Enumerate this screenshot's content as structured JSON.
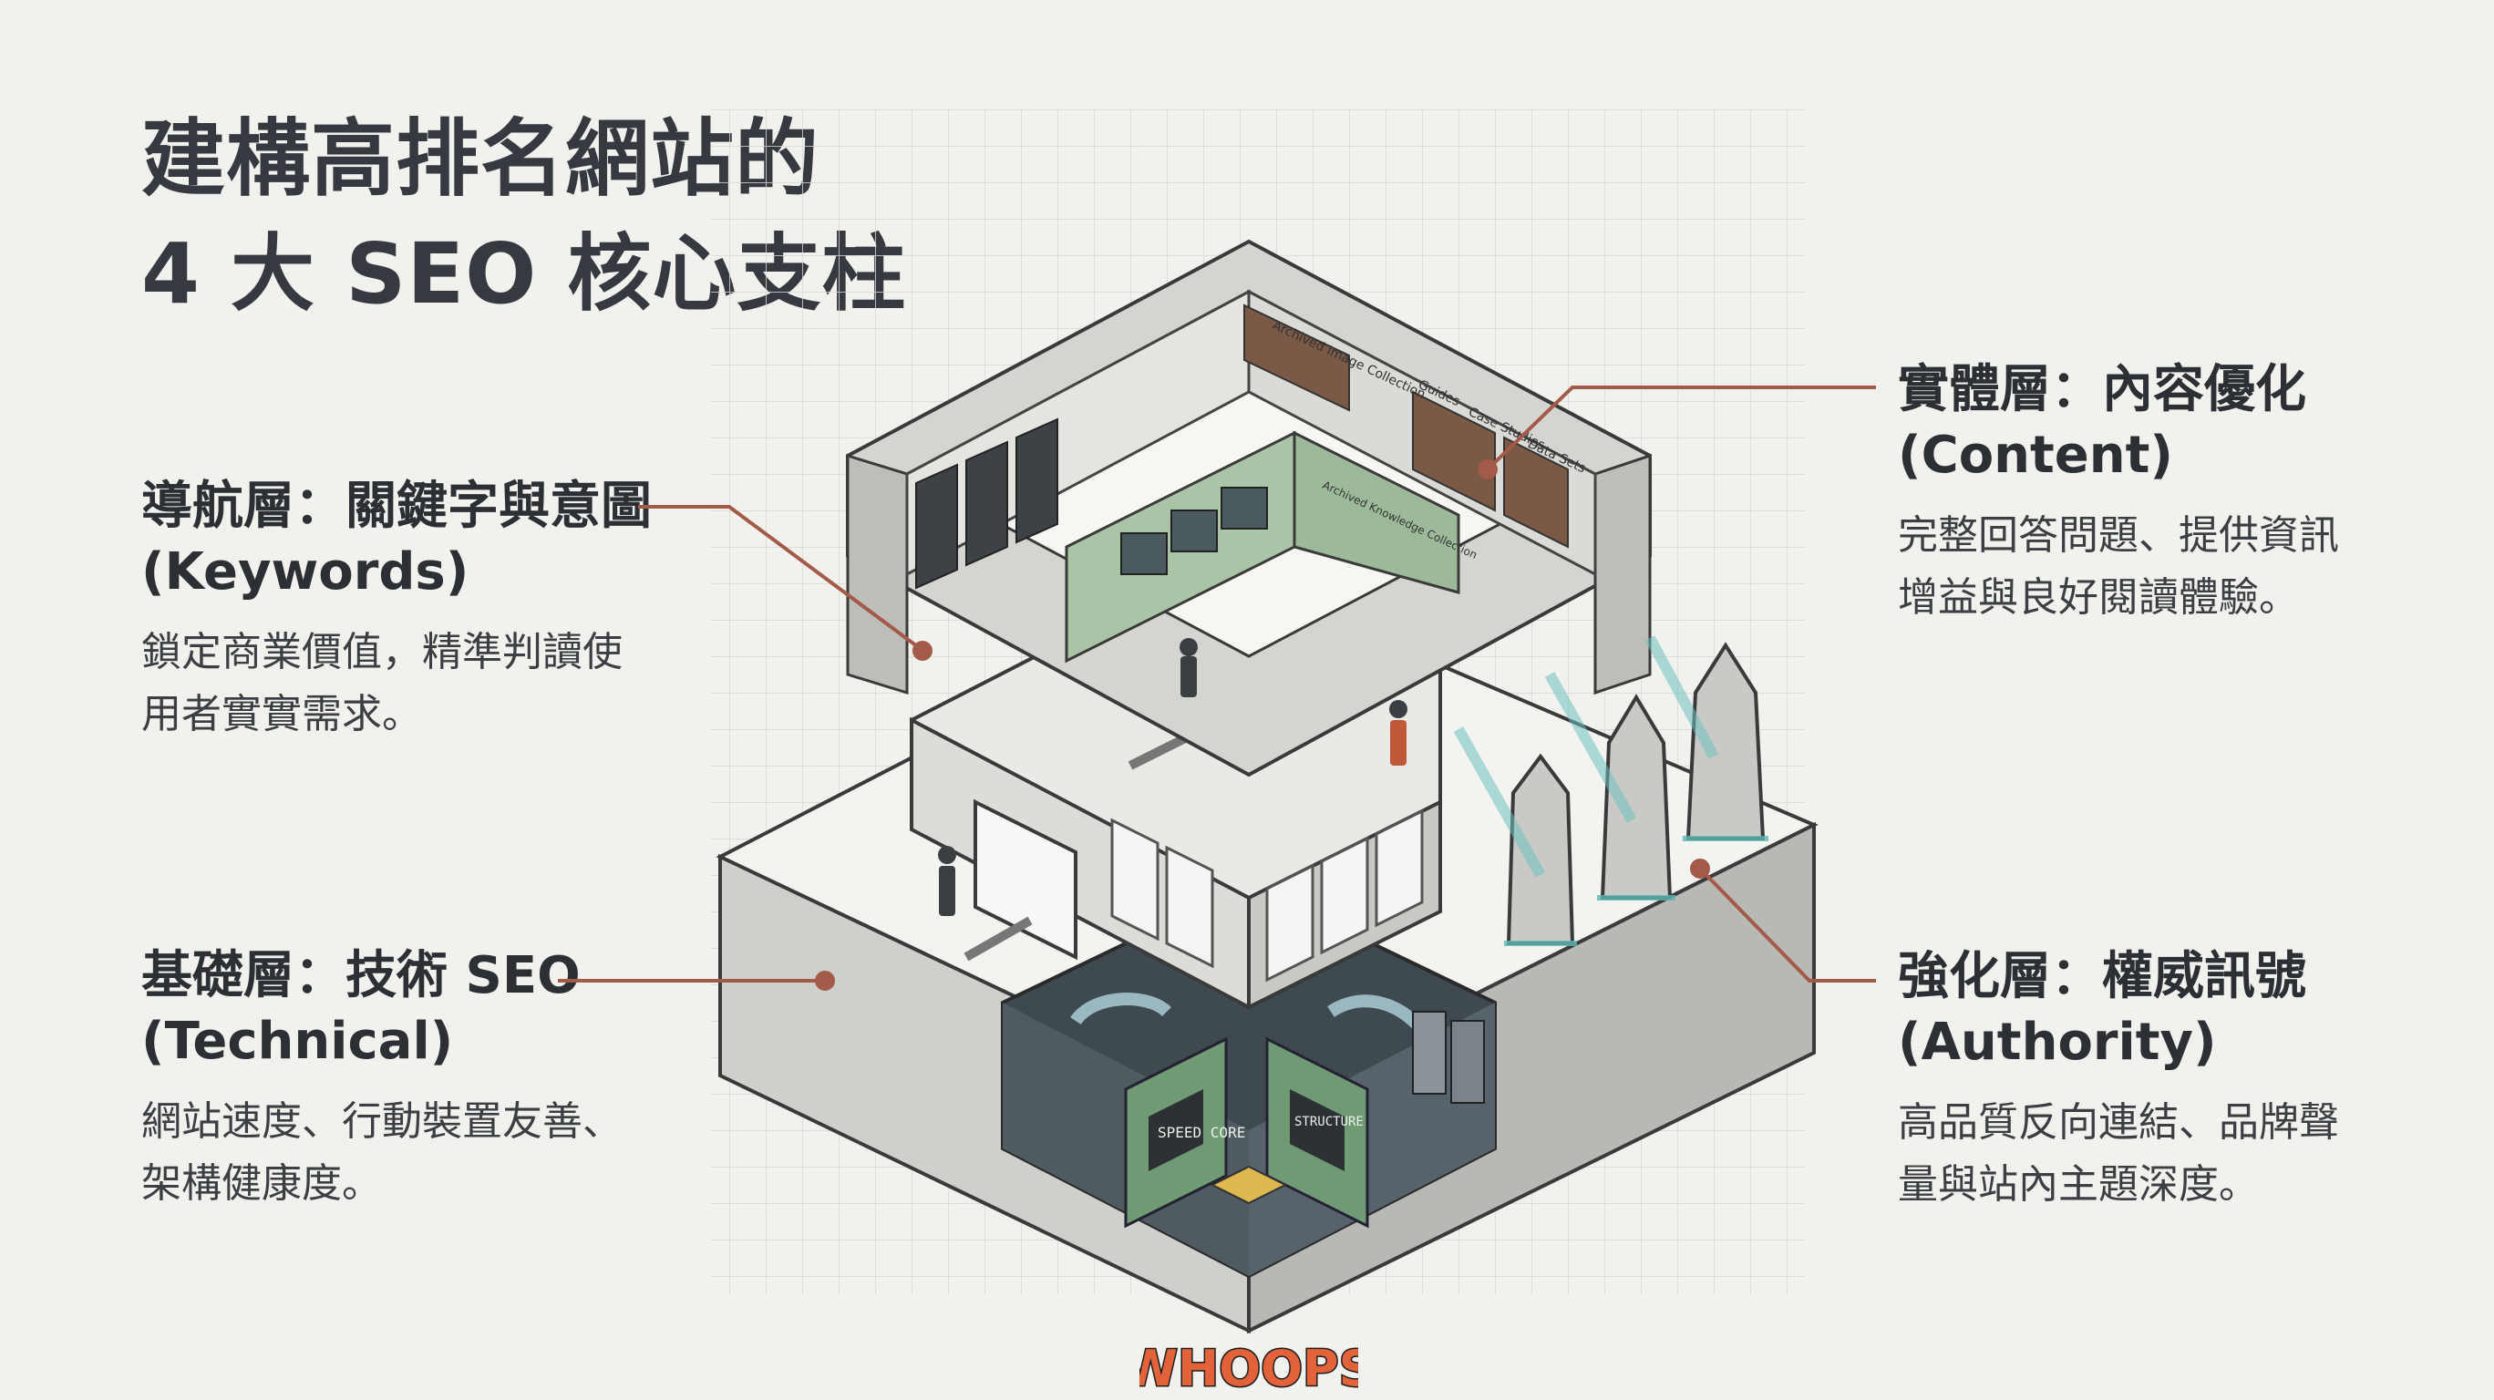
{
  "title": {
    "line1": "建構高排名網站的",
    "line2": "4 大 SEO 核心支柱"
  },
  "pillars": {
    "keywords": {
      "heading": "導航層：關鍵字與意圖",
      "english": "(Keywords)",
      "description": "鎖定商業價值，精準判讀使\n用者實實需求。"
    },
    "technical": {
      "heading": "基礎層：技術 SEO",
      "english": "(Technical)",
      "description": "網站速度、行動裝置友善、\n架構健康度。"
    },
    "content": {
      "heading": "實體層：內容優化",
      "english": "(Content)",
      "description": "完整回答問題、提供資訊\n增益與良好閱讀體驗。"
    },
    "authority": {
      "heading": "強化層：權威訊號",
      "english": "(Authority)",
      "description": "高品質反向連結、品牌聲\n量與站內主題深度。"
    }
  },
  "illustration": {
    "chip_labels": [
      "SPEED CORE",
      "STRUCTURE"
    ],
    "signs": [
      "Archived Image Collection",
      "Guides",
      "Case Studies",
      "Data Sets",
      "Archived Knowledge Collection"
    ]
  },
  "logo": {
    "text": "WHOOPS"
  },
  "colors": {
    "background": "#f1f1ed",
    "leader_line": "#a35a48",
    "accent_green": "#8fb08f",
    "glass_teal": "#5fb8b5",
    "logo_fill": "#e2623a"
  }
}
